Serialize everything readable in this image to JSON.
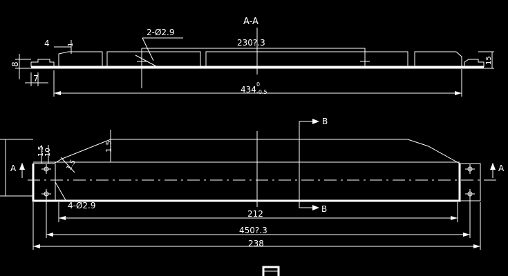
{
  "section_label": "A-A",
  "top_view": {
    "hole_note": "2-Ø2.9",
    "dim_hole_span": "230?.3",
    "dim_overall_length": "434",
    "dim_tol_upper": "0",
    "dim_tol_lower": "-0.5",
    "dim_flange_width": "4",
    "dim_flange_thick": "1",
    "dim_height_left": "8",
    "dim_foot": "7",
    "dim_height_right": "15"
  },
  "front_view": {
    "section_b_top": "B",
    "section_b_bottom": "B",
    "section_a_left": "A",
    "section_a_right": "A",
    "dim_edge_a": "1.5",
    "dim_edge_b": "10",
    "dim_chamfer": "1.5",
    "dim_step": "1.5",
    "hole_note": "4-Ø2.9",
    "dim_inner": "212",
    "dim_hole_pitch": "450?.3",
    "dim_total": "238"
  }
}
